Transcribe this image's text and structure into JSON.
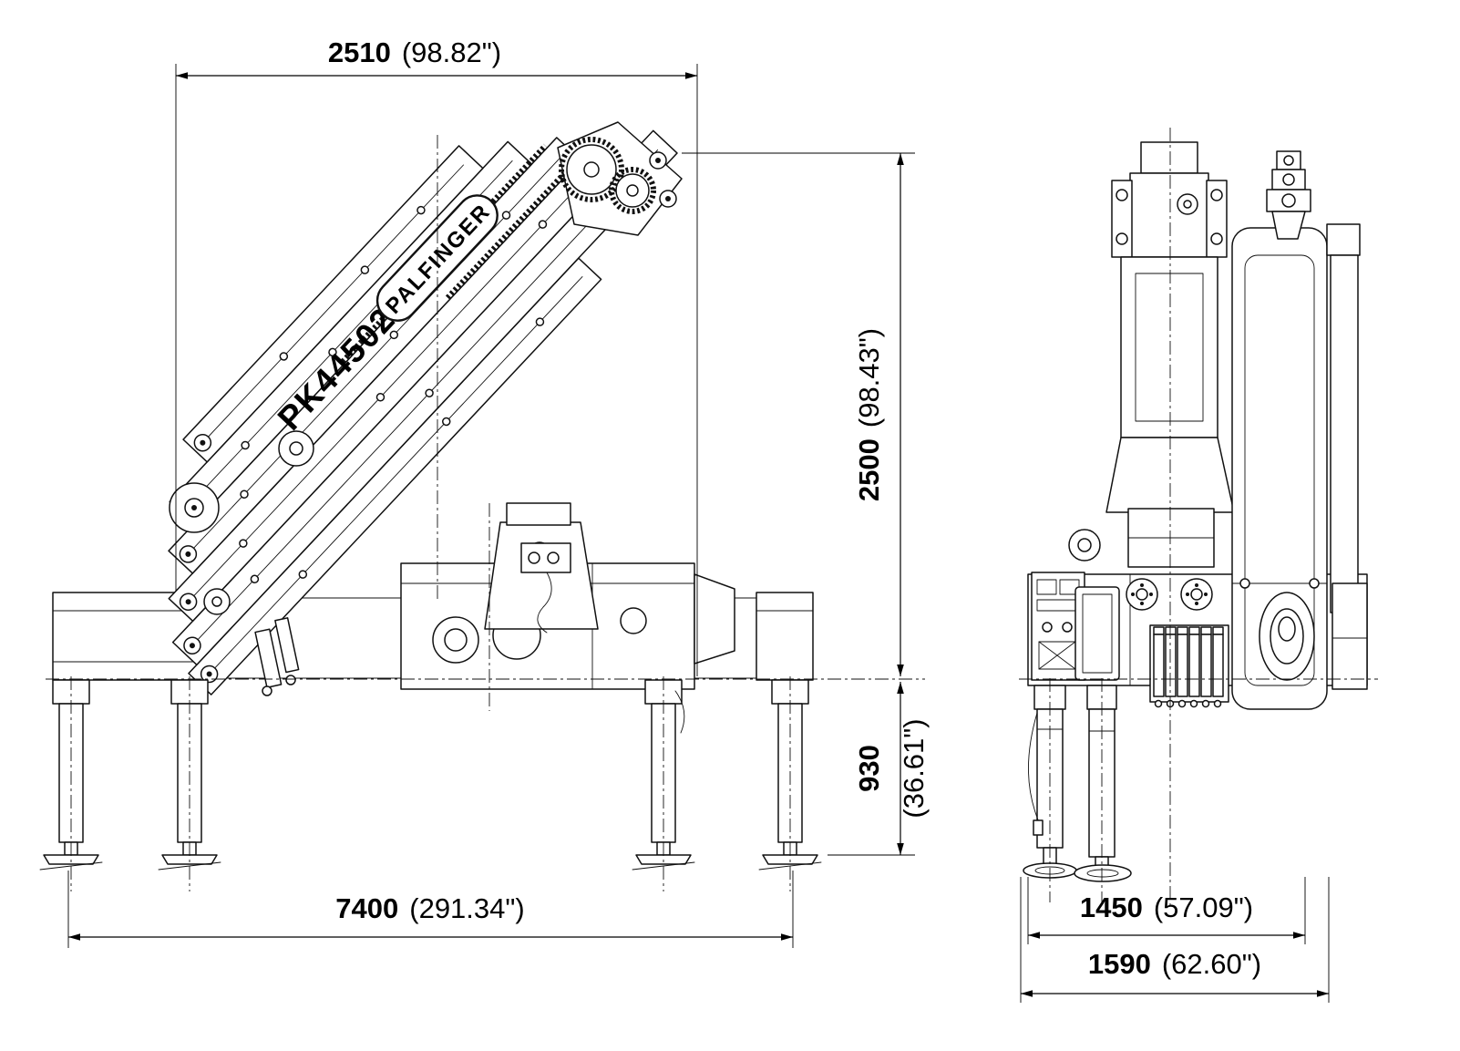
{
  "diagram": {
    "crane": {
      "model": "PK44502",
      "brand": "PALFINGER"
    },
    "dimensions": {
      "top_width": {
        "mm": "2510",
        "inch": "(98.82\")"
      },
      "height_above_mount": {
        "mm": "2500",
        "inch": "(98.43\")"
      },
      "height_below_mount": {
        "mm": "930",
        "inch": "(36.61\")"
      },
      "outrigger_span": {
        "mm": "7400",
        "inch": "(291.34\")"
      },
      "rear_width_inner": {
        "mm": "1450",
        "inch": "(57.09\")"
      },
      "rear_width_outer": {
        "mm": "1590",
        "inch": "(62.60\")"
      }
    },
    "colors": {
      "line": "#111111",
      "background": "#ffffff"
    }
  }
}
